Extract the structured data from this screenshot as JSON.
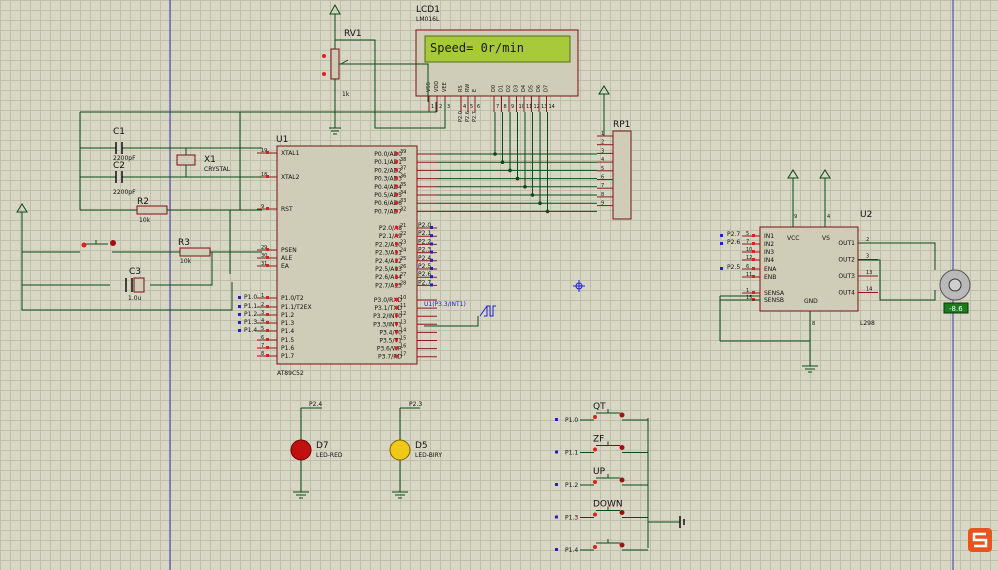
{
  "lcd": {
    "ref": "LCD1",
    "model": "LM016L",
    "display": "Speed=    0r/min",
    "pins": [
      "VSS",
      "VDD",
      "VEE",
      "RS",
      "RW",
      "E",
      "D0",
      "D1",
      "D2",
      "D3",
      "D4",
      "D5",
      "D6",
      "D7"
    ],
    "pin_nums": [
      "1",
      "2",
      "3",
      "4",
      "5",
      "6",
      "7",
      "8",
      "9",
      "10",
      "11",
      "12",
      "13",
      "14"
    ],
    "nets": [
      "P2.0",
      "P2.6",
      "P2.7"
    ]
  },
  "rv1": {
    "ref": "RV1",
    "value": "1k"
  },
  "rp1": {
    "ref": "RP1"
  },
  "c1": {
    "ref": "C1",
    "value": "2200pF"
  },
  "c2": {
    "ref": "C2",
    "value": "2200pF"
  },
  "x1": {
    "ref": "X1",
    "value": "CRYSTAL"
  },
  "r2": {
    "ref": "R2",
    "value": "10k"
  },
  "r3": {
    "ref": "R3",
    "value": "10k"
  },
  "c3": {
    "ref": "C3",
    "value": "1.0u"
  },
  "u1": {
    "ref": "U1",
    "model": "AT89C52",
    "left": [
      [
        "19",
        "XTAL1"
      ],
      [
        "18",
        "XTAL2"
      ],
      [
        "9",
        "RST"
      ],
      [
        "29",
        "PSEN"
      ],
      [
        "30",
        "ALE"
      ],
      [
        "31",
        "EA"
      ],
      [
        "1",
        "P1.0/T2"
      ],
      [
        "2",
        "P1.1/T2EX"
      ],
      [
        "3",
        "P1.2"
      ],
      [
        "4",
        "P1.3"
      ],
      [
        "5",
        "P1.4"
      ],
      [
        "6",
        "P1.5"
      ],
      [
        "7",
        "P1.6"
      ],
      [
        "8",
        "P1.7"
      ]
    ],
    "port0": [
      [
        "39",
        "P0.0/AD0"
      ],
      [
        "38",
        "P0.1/AD1"
      ],
      [
        "37",
        "P0.2/AD2"
      ],
      [
        "36",
        "P0.3/AD3"
      ],
      [
        "35",
        "P0.4/AD4"
      ],
      [
        "34",
        "P0.5/AD5"
      ],
      [
        "33",
        "P0.6/AD6"
      ],
      [
        "32",
        "P0.7/AD7"
      ]
    ],
    "port2": [
      [
        "21",
        "P2.0/A8"
      ],
      [
        "22",
        "P2.1/A9"
      ],
      [
        "23",
        "P2.2/A10"
      ],
      [
        "24",
        "P2.3/A11"
      ],
      [
        "25",
        "P2.4/A12"
      ],
      [
        "26",
        "P2.5/A13"
      ],
      [
        "27",
        "P2.6/A14"
      ],
      [
        "28",
        "P2.7/A15"
      ]
    ],
    "port3": [
      [
        "10",
        "P3.0/RXD"
      ],
      [
        "11",
        "P3.1/TXD"
      ],
      [
        "12",
        "P3.2/INT0"
      ],
      [
        "13",
        "P3.3/INT1"
      ],
      [
        "14",
        "P3.4/T0"
      ],
      [
        "15",
        "P3.5/T1"
      ],
      [
        "16",
        "P3.6/WR"
      ],
      [
        "17",
        "P3.7/RD"
      ]
    ],
    "p1_nets": [
      "P1.0",
      "P1.1",
      "P1.2",
      "P1.3",
      "P1.4"
    ],
    "p2_nets": [
      "P2.0",
      "P2.1",
      "P2.2",
      "P2.3",
      "P2.4",
      "P2.5",
      "P2.6",
      "P2.7"
    ],
    "probe": "U1(P3.3/INT1)"
  },
  "u2": {
    "ref": "U2",
    "model": "L298",
    "left": [
      [
        "5",
        "IN1"
      ],
      [
        "7",
        "IN2"
      ],
      [
        "10",
        "IN3"
      ],
      [
        "12",
        "IN4"
      ],
      [
        "6",
        "ENA"
      ],
      [
        "11",
        "ENB"
      ],
      [
        "1",
        "SENSA"
      ],
      [
        "15",
        "SENSB"
      ]
    ],
    "right": [
      [
        "2",
        "OUT1"
      ],
      [
        "3",
        "OUT2"
      ],
      [
        "13",
        "OUT3"
      ],
      [
        "14",
        "OUT4"
      ]
    ],
    "top": [
      [
        "9",
        "VCC"
      ],
      [
        "4",
        "VS"
      ]
    ],
    "bottom": [
      [
        "8",
        "GND"
      ]
    ],
    "nets": [
      "P2.7",
      "P2.6",
      "P2.5"
    ]
  },
  "motor": {
    "readout": "-8.6"
  },
  "d7": {
    "ref": "D7",
    "model": "LED-RED",
    "net": "P2.4"
  },
  "d5": {
    "ref": "D5",
    "model": "LED-BIRY",
    "net": "P2.3"
  },
  "buttons": [
    {
      "ref": "QT",
      "net": "P1.0"
    },
    {
      "ref": "ZF",
      "net": "P1.1"
    },
    {
      "ref": "UP",
      "net": "P1.2"
    },
    {
      "ref": "DOWN",
      "net": "P1.3"
    },
    {
      "ref": "",
      "net": "P1.4"
    }
  ],
  "colors": {
    "wire": "#0a4a16",
    "component": "#7a1010",
    "lcd_screen": "#a7c93a",
    "pin_dot": "#e02020",
    "pin_marker": "#2020d0",
    "grid": "#bfbea8",
    "background": "#d8d7c5"
  }
}
